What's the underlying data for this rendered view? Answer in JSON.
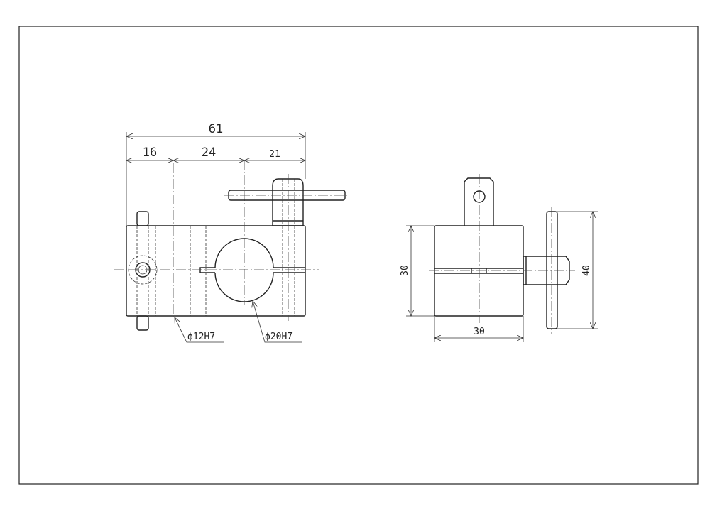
{
  "front_view": {
    "dimensions": {
      "overall": "61",
      "seg1": "16",
      "seg2": "24",
      "seg3": "21"
    },
    "callouts": {
      "small_bore": "ϕ12H7",
      "large_bore": "ϕ20H7"
    }
  },
  "side_view": {
    "dimensions": {
      "height": "30",
      "width": "30",
      "handle_span": "40"
    }
  }
}
